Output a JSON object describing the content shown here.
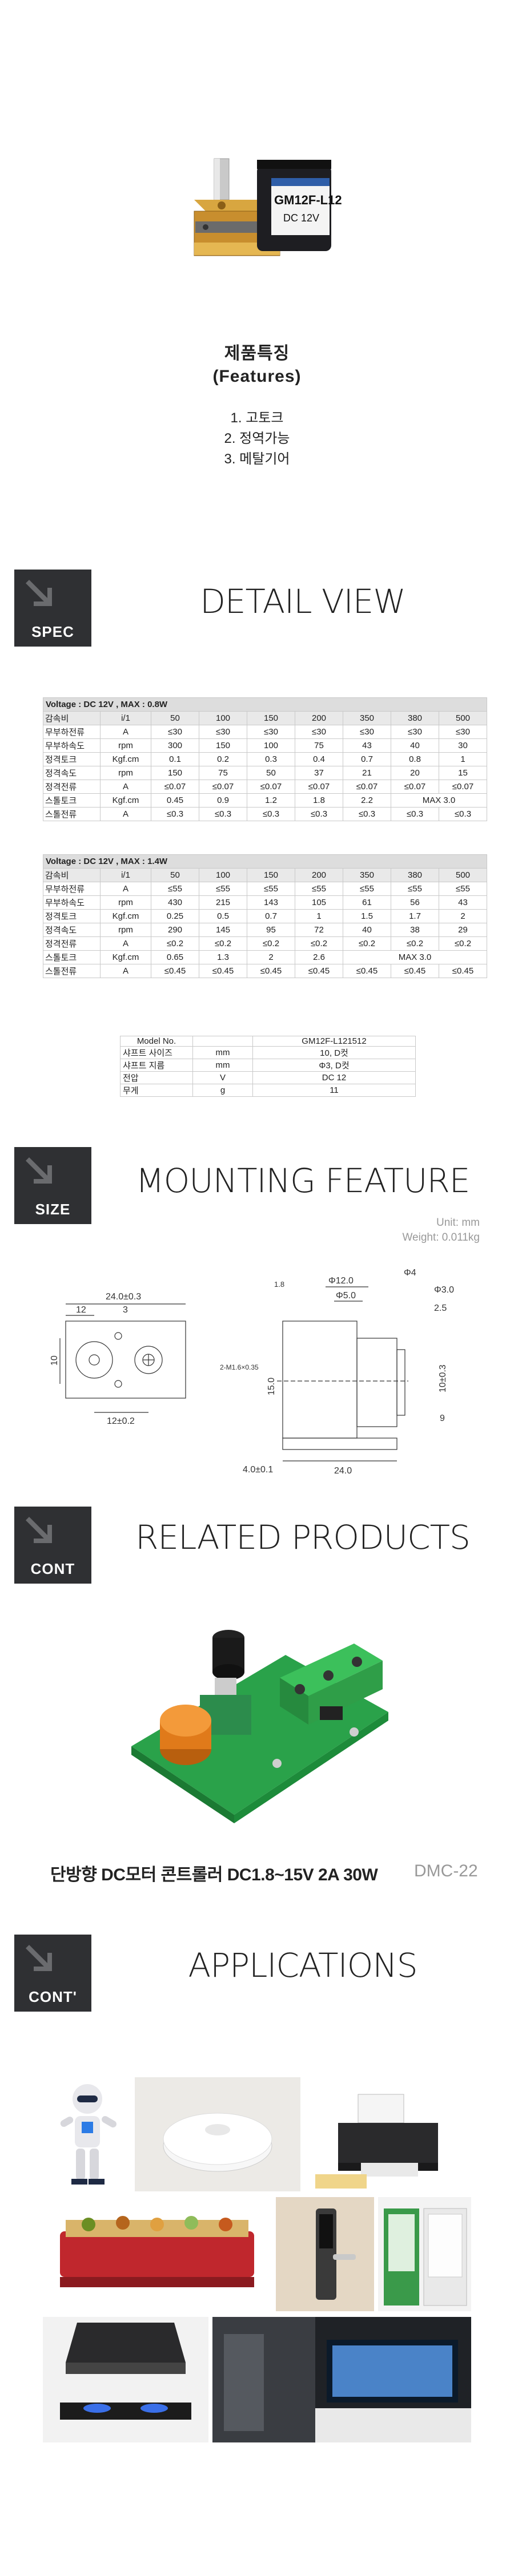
{
  "product_photo": {
    "label_line1": "GM12F-L12",
    "label_line2": "DC 12V"
  },
  "features": {
    "title_ko": "제품특징",
    "title_en": "(Features)",
    "items": [
      "1. 고토크",
      "2. 정역가능",
      "3. 메탈기어"
    ]
  },
  "sections": {
    "spec": {
      "badge": "SPEC",
      "title": "DETAIL VIEW"
    },
    "size": {
      "badge": "SIZE",
      "title": "MOUNTING FEATURE"
    },
    "cont": {
      "badge": "CONT",
      "title": "RELATED PRODUCTS"
    },
    "cont2": {
      "badge": "CONT'",
      "title": "APPLICATIONS"
    }
  },
  "table_08w": {
    "heading": "Voltage : DC 12V , MAX : 0.8W",
    "header": [
      "감속비",
      "i/1",
      "50",
      "100",
      "150",
      "200",
      "350",
      "380",
      "500"
    ],
    "rows": [
      [
        "무부하전류",
        "A",
        "≤30",
        "≤30",
        "≤30",
        "≤30",
        "≤30",
        "≤30",
        "≤30"
      ],
      [
        "무부하속도",
        "rpm",
        "300",
        "150",
        "100",
        "75",
        "43",
        "40",
        "30"
      ],
      [
        "정격토크",
        "Kgf.cm",
        "0.1",
        "0.2",
        "0.3",
        "0.4",
        "0.7",
        "0.8",
        "1"
      ],
      [
        "정격속도",
        "rpm",
        "150",
        "75",
        "50",
        "37",
        "21",
        "20",
        "15"
      ],
      [
        "정격전류",
        "A",
        "≤0.07",
        "≤0.07",
        "≤0.07",
        "≤0.07",
        "≤0.07",
        "≤0.07",
        "≤0.07"
      ],
      [
        "스톨토크",
        "Kgf.cm",
        "0.45",
        "0.9",
        "1.2",
        "1.8",
        "2.2",
        "MAX 3.0",
        ""
      ],
      [
        "스톨전류",
        "A",
        "≤0.3",
        "≤0.3",
        "≤0.3",
        "≤0.3",
        "≤0.3",
        "≤0.3",
        "≤0.3"
      ]
    ]
  },
  "table_14w": {
    "heading": "Voltage : DC 12V , MAX : 1.4W",
    "header": [
      "감속비",
      "i/1",
      "50",
      "100",
      "150",
      "200",
      "350",
      "380",
      "500"
    ],
    "rows": [
      [
        "무부하전류",
        "A",
        "≤55",
        "≤55",
        "≤55",
        "≤55",
        "≤55",
        "≤55",
        "≤55"
      ],
      [
        "무부하속도",
        "rpm",
        "430",
        "215",
        "143",
        "105",
        "61",
        "56",
        "43"
      ],
      [
        "정격토크",
        "Kgf.cm",
        "0.25",
        "0.5",
        "0.7",
        "1",
        "1.5",
        "1.7",
        "2"
      ],
      [
        "정격속도",
        "rpm",
        "290",
        "145",
        "95",
        "72",
        "40",
        "38",
        "29"
      ],
      [
        "정격전류",
        "A",
        "≤0.2",
        "≤0.2",
        "≤0.2",
        "≤0.2",
        "≤0.2",
        "≤0.2",
        "≤0.2"
      ],
      [
        "스톨토크",
        "Kgf.cm",
        "0.65",
        "1.3",
        "2",
        "2.6",
        "MAX 3.0",
        "",
        ""
      ],
      [
        "스톨전류",
        "A",
        "≤0.45",
        "≤0.45",
        "≤0.45",
        "≤0.45",
        "≤0.45",
        "≤0.45",
        "≤0.45"
      ]
    ]
  },
  "model_table": {
    "rows": [
      [
        "Model No.",
        "",
        "GM12F-L121512"
      ],
      [
        "샤프트 사이즈",
        "mm",
        "10, D컷"
      ],
      [
        "샤프트 지름",
        "mm",
        "Φ3, D컷"
      ],
      [
        "전압",
        "V",
        "DC 12"
      ],
      [
        "무게",
        "g",
        "11"
      ]
    ]
  },
  "drawing": {
    "unit": "Unit: mm",
    "weight": "Weight: 0.011kg",
    "dims": {
      "d24_03": "24.0±0.3",
      "d12": "12",
      "d3": "3",
      "d12_02": "12±0.2",
      "d10": "10",
      "hole": "2-M1.6×0.35",
      "d12_0": "Φ12.0",
      "d5_0": "Φ5.0",
      "d4": "Φ4",
      "d3_0": "Φ3.0",
      "d25": "2.5",
      "d18": "1.8",
      "d15_0": "15.0",
      "d10_3": "10±0.3",
      "d9": "9",
      "d4_01": "4.0±0.1",
      "d24_0": "24.0"
    }
  },
  "related": {
    "name": "단방향 DC모터 콘트롤러 DC1.8~15V 2A 30W",
    "code": "DMC-22"
  },
  "applications": [
    "robot",
    "robot-vacuum",
    "printer",
    "grill",
    "door-lock",
    "vending-machine",
    "range-hood",
    "smart-home"
  ],
  "colors": {
    "badge": "#2f3033",
    "knob": "#e07a1a",
    "pcb": "#2aa24a"
  }
}
